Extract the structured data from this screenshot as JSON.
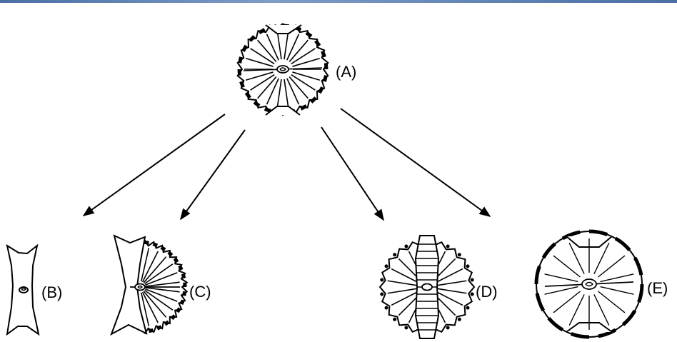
{
  "labels": {
    "A": "(A)",
    "B": "(B)",
    "C": "(C)",
    "D": "(D)",
    "E": "(E)"
  },
  "colors": {
    "ink": "#000000",
    "background": "#ffffff",
    "top_band": "#4a6fa5"
  }
}
